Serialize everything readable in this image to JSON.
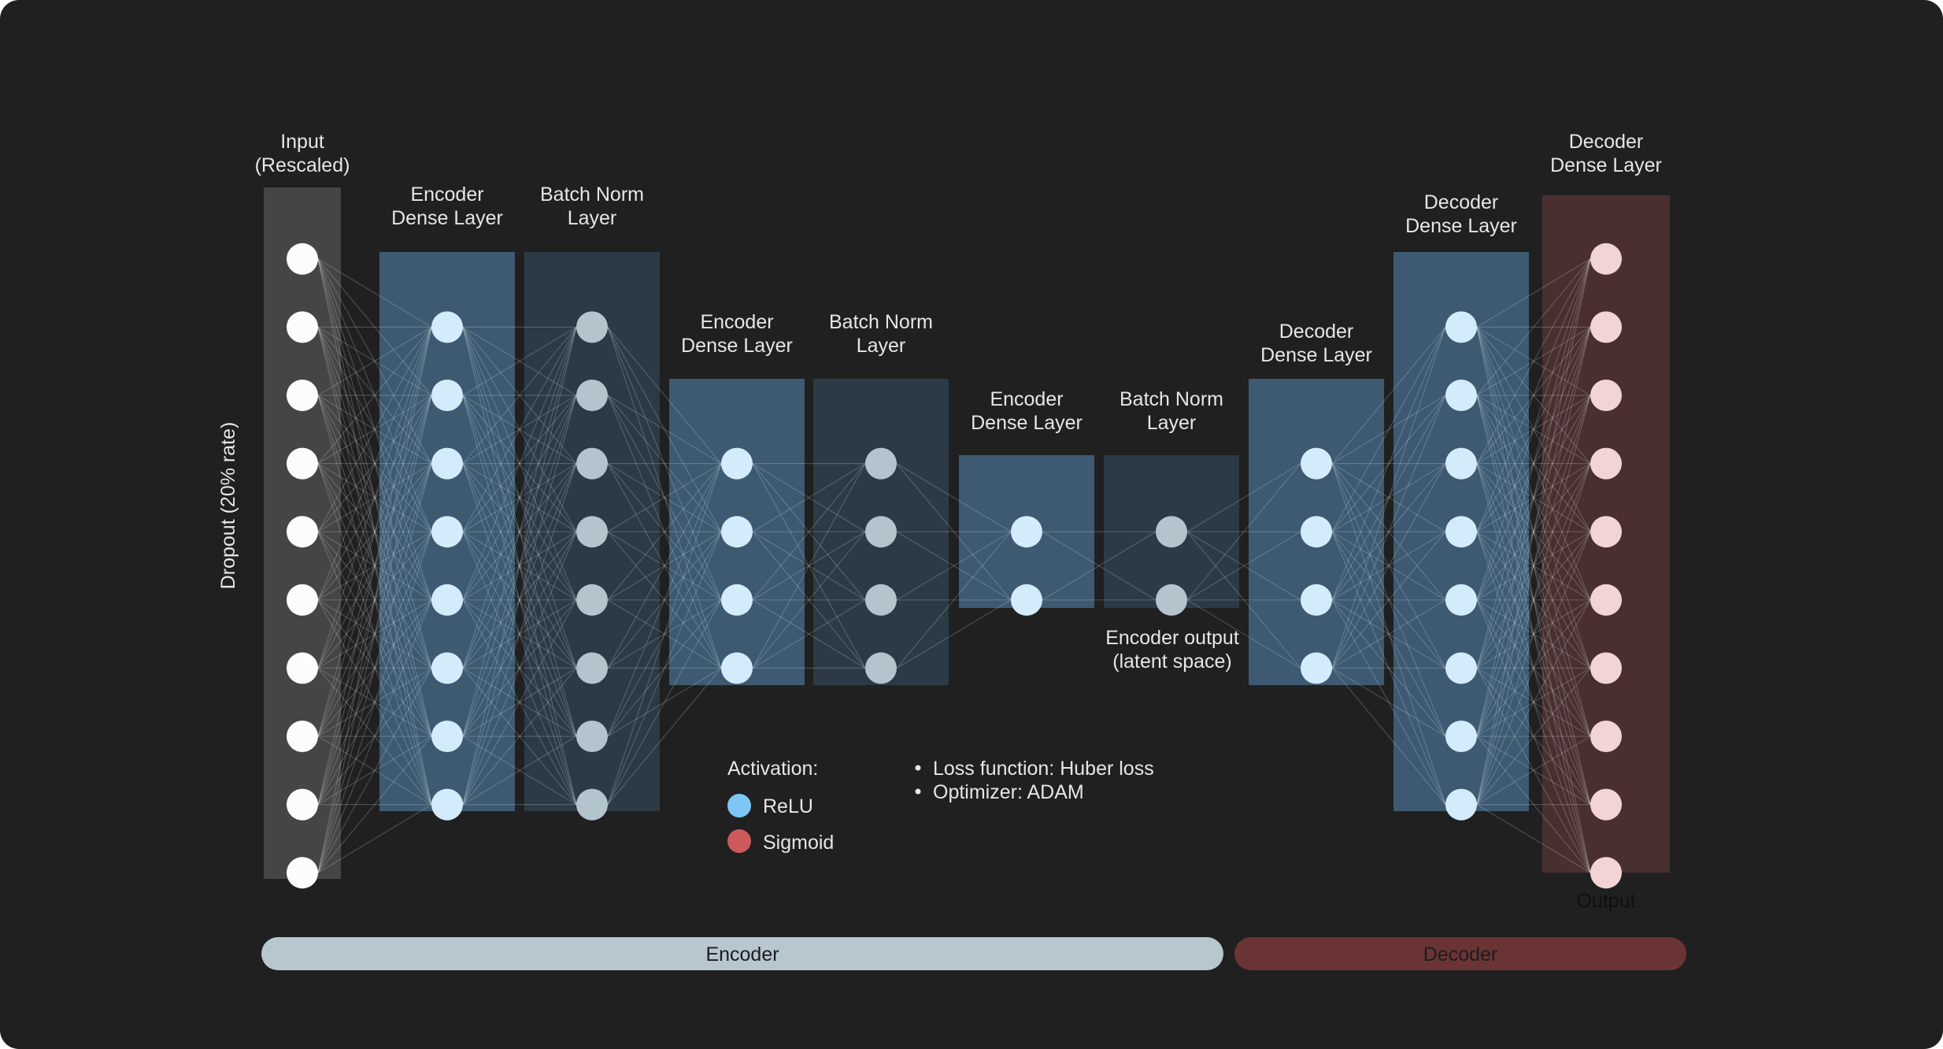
{
  "layers": [
    {
      "kind": "input",
      "title": [
        "Input",
        "(Rescaled)"
      ],
      "nodes": 10
    },
    {
      "kind": "encoder",
      "title": [
        "Encoder",
        "Dense Layer"
      ],
      "nodes": 8
    },
    {
      "kind": "batchnorm",
      "title": [
        "Batch Norm",
        "Layer"
      ],
      "nodes": 8
    },
    {
      "kind": "encoder",
      "title": [
        "Encoder",
        "Dense Layer"
      ],
      "nodes": 4
    },
    {
      "kind": "batchnorm",
      "title": [
        "Batch Norm",
        "Layer"
      ],
      "nodes": 4
    },
    {
      "kind": "encoder",
      "title": [
        "Encoder",
        "Dense Layer"
      ],
      "nodes": 2
    },
    {
      "kind": "batchnorm",
      "title": [
        "Batch Norm",
        "Layer"
      ],
      "nodes": 2
    },
    {
      "kind": "encoder",
      "title": [
        "Decoder",
        "Dense Layer"
      ],
      "nodes": 4
    },
    {
      "kind": "encoder",
      "title": [
        "Decoder",
        "Dense Layer"
      ],
      "nodes": 8
    },
    {
      "kind": "output",
      "title": [
        "Decoder",
        "Dense Layer"
      ],
      "nodes": 10
    }
  ],
  "dropout_label": "Dropout (20% rate)",
  "latent_label": [
    "Encoder output",
    "(latent space)"
  ],
  "output_label": "Output",
  "legend": {
    "title": "Activation:",
    "items": [
      {
        "label": "ReLU",
        "color": "#7ec6f5"
      },
      {
        "label": "Sigmoid",
        "color": "#cc5a5a"
      }
    ]
  },
  "notes": [
    "Loss function: Huber loss",
    "Optimizer: ADAM"
  ],
  "sections": [
    {
      "label": "Encoder",
      "color": "#b8c6cf"
    },
    {
      "label": "Decoder",
      "color": "#6b3434"
    }
  ],
  "colors": {
    "input_panel": "#454545",
    "encoder_panel": "#3d5a72",
    "batchnorm_panel": "#2b3a45",
    "output_panel": "#4a2f30",
    "input_node": "#fcfcfc",
    "relu_node": "#d3ebfb",
    "batchnorm_node": "#b3c4cd",
    "sigmoid_node": "#f3d4d6"
  }
}
